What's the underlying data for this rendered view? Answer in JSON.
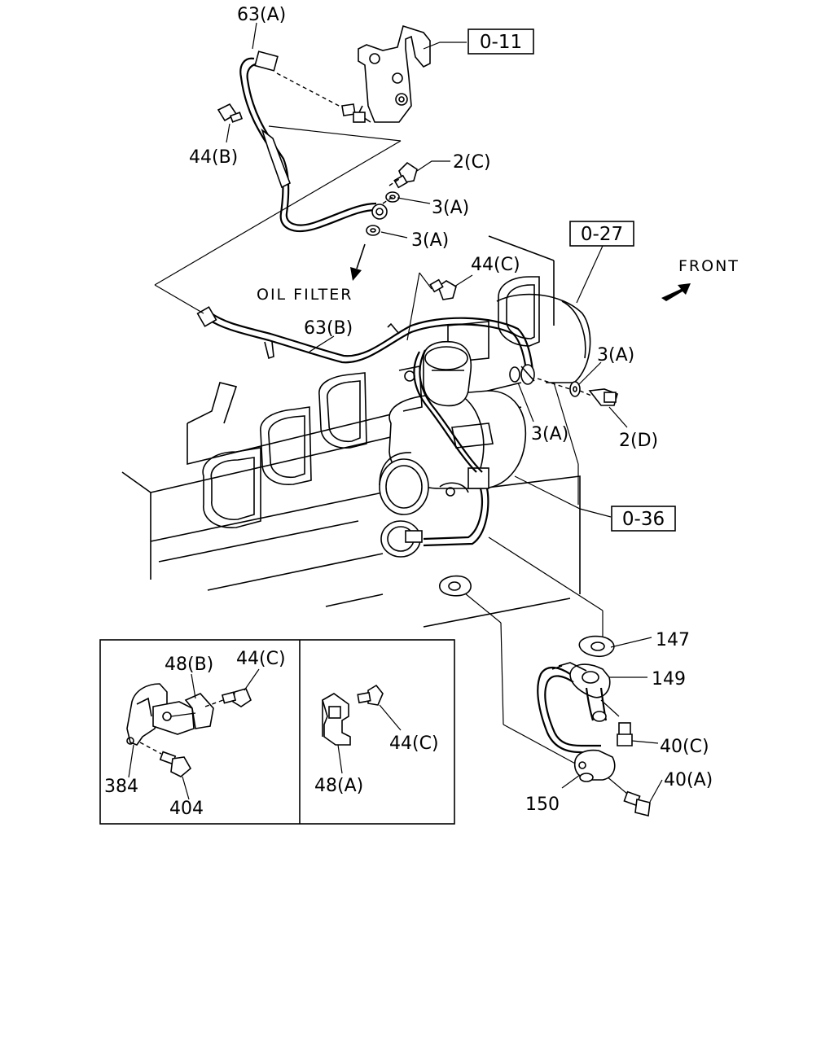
{
  "diagram": {
    "labels": {
      "p63a": "63(A)",
      "p44b": "44(B)",
      "p2c": "2(C)",
      "p3a_1": "3(A)",
      "p3a_2": "3(A)",
      "p3a_3": "3(A)",
      "p3a_4": "3(A)",
      "p44c_main": "44(C)",
      "p63b": "63(B)",
      "p2d": "2(D)",
      "p147": "147",
      "p149": "149",
      "p40c": "40(C)",
      "p40a": "40(A)",
      "p150": "150",
      "p48b": "48(B)",
      "p44c_inset1": "44(C)",
      "p384": "384",
      "p404": "404",
      "p44c_inset2": "44(C)",
      "p48a": "48(A)"
    },
    "references": {
      "r011": "0-11",
      "r027": "0-27",
      "r036": "0-36"
    },
    "annotations": {
      "oil_filter": "OIL FILTER",
      "front": "FRONT"
    },
    "icons": {
      "front_arrow": "front-direction-arrow-icon",
      "oil_filter_arrow": "oil-filter-direction-arrow-icon"
    }
  }
}
